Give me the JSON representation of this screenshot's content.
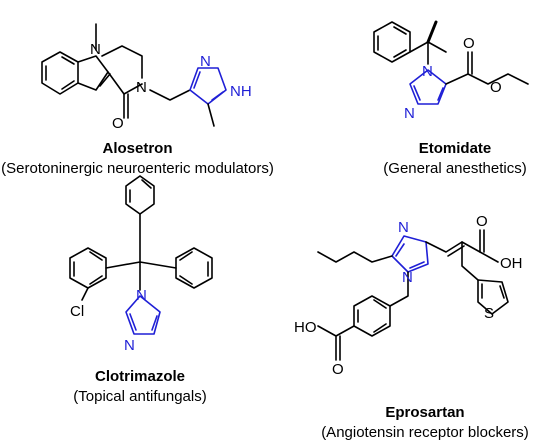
{
  "colors": {
    "heterocycle": "#1f1fd6",
    "bond": "#000000"
  },
  "compounds": [
    {
      "name": "Alosetron",
      "class": "(Serotoninergic neuroenteric modulators)"
    },
    {
      "name": "Etomidate",
      "class": "(General anesthetics)"
    },
    {
      "name": "Clotrimazole",
      "class": "(Topical antifungals)"
    },
    {
      "name": "Eprosartan",
      "class": "(Angiotensin receptor blockers)"
    }
  ],
  "atoms": {
    "N": "N",
    "O": "O",
    "NH": "NH",
    "Cl": "Cl",
    "S": "S",
    "OH": "OH",
    "HO": "HO"
  }
}
